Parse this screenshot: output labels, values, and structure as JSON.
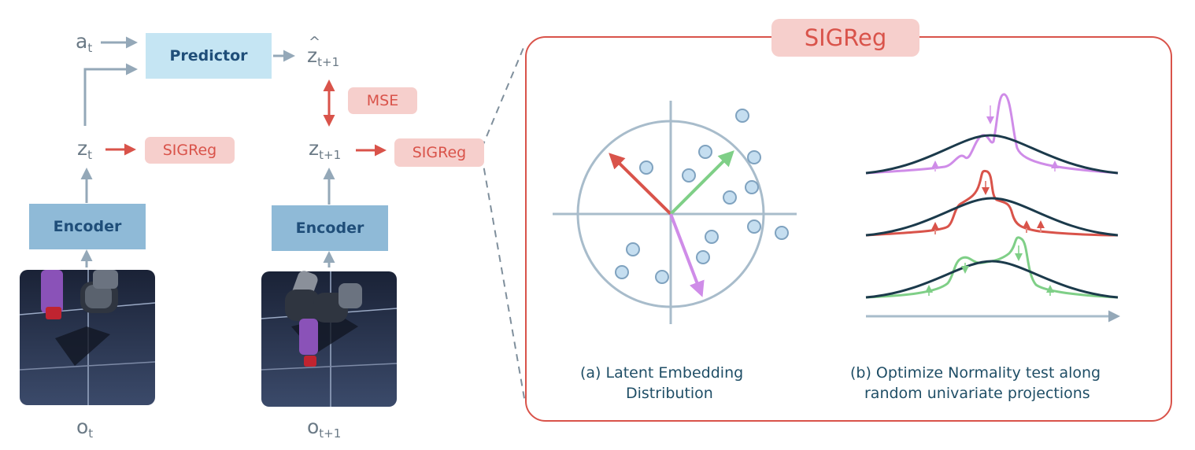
{
  "blocks": {
    "predictor": "Predictor",
    "encoder_t": "Encoder",
    "encoder_t1": "Encoder",
    "mse": "MSE",
    "sigreg_t": "SIGReg",
    "sigreg_t1": "SIGReg"
  },
  "symbols": {
    "action": {
      "base": "a",
      "sub": "t"
    },
    "z_t": {
      "base": "z",
      "sub": "t"
    },
    "z_t1": {
      "base": "z",
      "sub": "t+1"
    },
    "zhat_t1": {
      "base": "z",
      "sub": "t+1"
    },
    "o_t": {
      "base": "o",
      "sub": "t"
    },
    "o_t1": {
      "base": "o",
      "sub": "t+1"
    }
  },
  "panel": {
    "title": "SIGReg",
    "caption_a_line1": "(a)  Latent Embedding",
    "caption_a_line2": "Distribution",
    "caption_b_line1": "(b) Optimize Normality test along",
    "caption_b_line2": "random univariate projections"
  },
  "colors": {
    "predictor_fill": "#c5e5f3",
    "encoder_fill": "#8fbad7",
    "block_text": "#1f4e79",
    "accent_red": "#d9534a",
    "tag_fill": "#f6cfcc",
    "arrow_gray": "#94a8b8",
    "green": "#7fcf87",
    "purple": "#cf8ce8",
    "gaussian": "#1b3a4b",
    "point_fill": "#c5def0",
    "point_stroke": "#7fa2bf"
  }
}
